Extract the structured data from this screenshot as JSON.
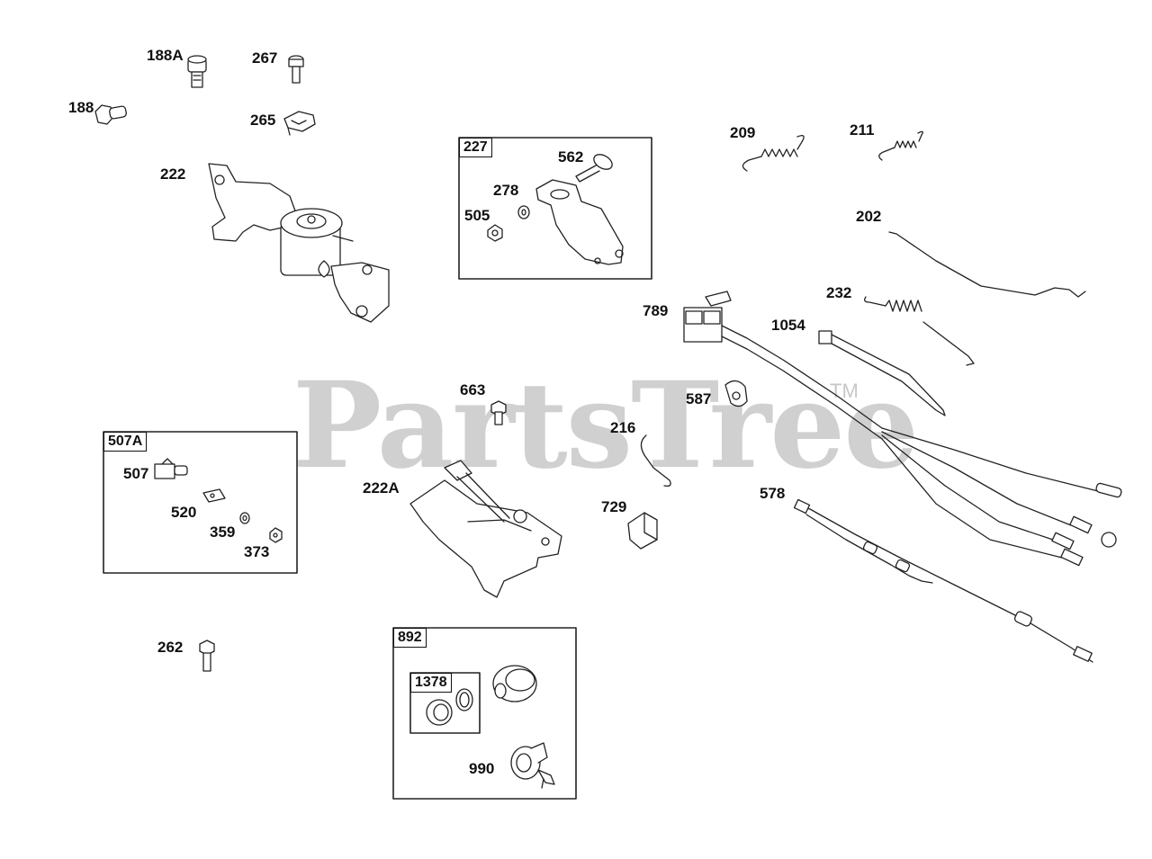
{
  "watermark": {
    "brand": "PartsTree",
    "trademark": "TM"
  },
  "group_boxes": [
    {
      "id": "227",
      "label": "227"
    },
    {
      "id": "507A",
      "label": "507A"
    },
    {
      "id": "892",
      "label": "892"
    },
    {
      "id": "1378",
      "label": "1378"
    }
  ],
  "callouts": [
    "188A",
    "267",
    "188",
    "265",
    "222",
    "562",
    "278",
    "505",
    "209",
    "211",
    "202",
    "232",
    "789",
    "1054",
    "663",
    "587",
    "216",
    "507",
    "520",
    "359",
    "373",
    "222A",
    "729",
    "578",
    "262",
    "990"
  ]
}
